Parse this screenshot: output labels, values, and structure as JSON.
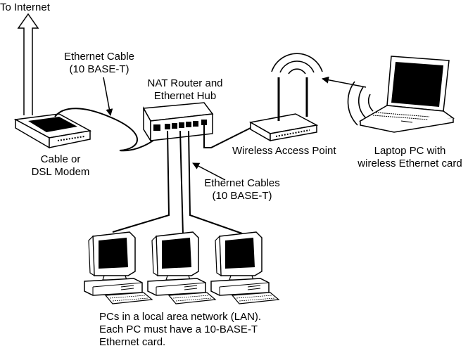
{
  "labels": {
    "to_internet": "To Internet",
    "ethernet_cable": [
      "Ethernet Cable",
      "(10 BASE-T)"
    ],
    "router": [
      "NAT Router and",
      "Ethernet Hub"
    ],
    "modem": [
      "Cable or",
      "DSL Modem"
    ],
    "access_point": "Wireless Access Point",
    "laptop": [
      "Laptop PC with",
      "wireless Ethernet card"
    ],
    "ethernet_cables": [
      "Ethernet Cables",
      "(10 BASE-T)"
    ],
    "lan": [
      "PCs in a local area network (LAN).",
      "Each PC must have a 10-BASE-T",
      "Ethernet card."
    ]
  }
}
